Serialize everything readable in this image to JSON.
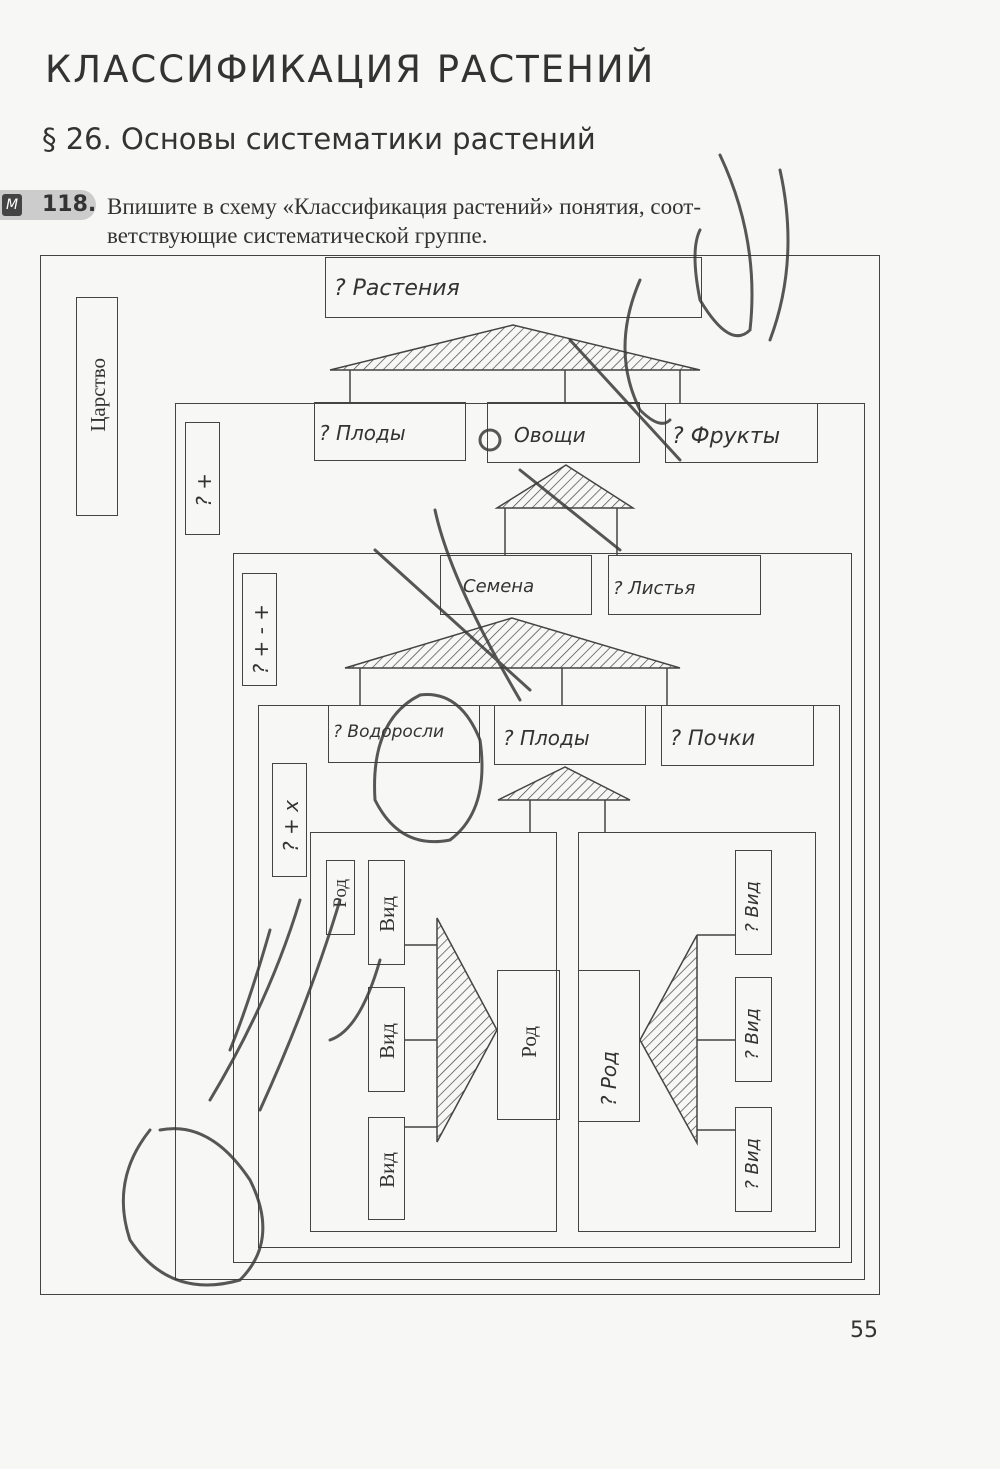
{
  "chapter_title": "КЛАССИФИКАЦИЯ РАСТЕНИЙ",
  "section_title": "§ 26. Основы систематики растений",
  "task": {
    "marker": "М",
    "number": "118.",
    "line1": "Впишите в схему «Классификация растений» понятия, соот-",
    "line2": "ветствующие систематической группе."
  },
  "scheme": {
    "top_box": "? Растения",
    "level_labels": {
      "kingdom": "Царство",
      "level2": "? +",
      "level3": "? + - +",
      "level4": "? + x"
    },
    "row1": [
      "? Плоды",
      "Овощи",
      "? Фрукты"
    ],
    "row2": [
      "Семена",
      "? Листья"
    ],
    "row3": [
      "? Водоросли",
      "? Плоды",
      "? Почки"
    ],
    "left_group": {
      "genus_small": "Род",
      "species": [
        "Вид",
        "Вид",
        "Вид"
      ],
      "genus": "Род"
    },
    "right_group": {
      "genus": "? Род",
      "species": [
        "? Вид",
        "? Вид",
        "? Вид"
      ]
    }
  },
  "page_number": "55"
}
